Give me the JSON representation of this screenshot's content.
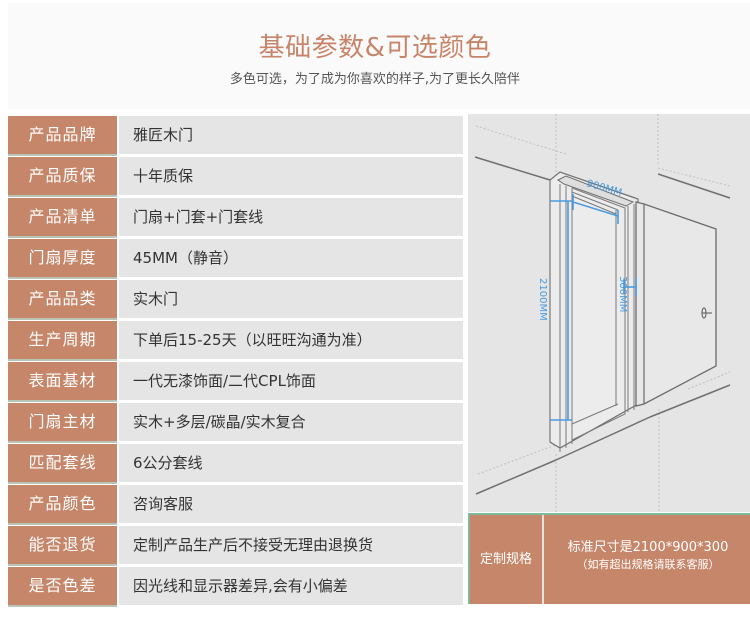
{
  "header": {
    "title": "基础参数&可选颜色",
    "subtitle": "多色可选，为了成为你喜欢的样子,为了更长久陪伴"
  },
  "params": [
    {
      "label": "产品品牌",
      "value": "雅匠木门"
    },
    {
      "label": "产品质保",
      "value": "十年质保"
    },
    {
      "label": "产品清单",
      "value": "门扇+门套+门套线"
    },
    {
      "label": "门扇厚度",
      "value": "45MM（静音）"
    },
    {
      "label": "产品品类",
      "value": "实木门"
    },
    {
      "label": "生产周期",
      "value": "下单后15-25天（以旺旺沟通为准）"
    },
    {
      "label": "表面基材",
      "value": "一代无漆饰面/二代CPL饰面"
    },
    {
      "label": "门扇主材",
      "value": "实木+多层/碳晶/实木复合"
    },
    {
      "label": "匹配套线",
      "value": "6公分套线"
    },
    {
      "label": "产品颜色",
      "value": "咨询客服"
    },
    {
      "label": "能否退货",
      "value": "定制产品生产后不接受无理由退换货"
    },
    {
      "label": "是否色差",
      "value": "因光线和显示器差异,会有小偏差"
    }
  ],
  "diagram": {
    "width_label": "900MM",
    "height_label": "2100MM",
    "depth_label": "300MM"
  },
  "spec": {
    "label": "定制规格",
    "line1": "标准尺寸是2100*900*300",
    "line2": "（如有超出规格请联系客服）"
  },
  "colors": {
    "accent": "#c5866a",
    "title": "#c78469",
    "cell_bg": "#e4e5e4",
    "dimension_blue": "#4a9be0"
  }
}
